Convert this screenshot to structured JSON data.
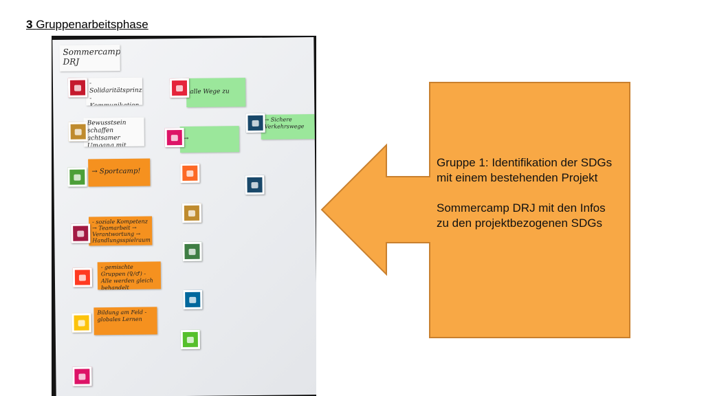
{
  "heading": {
    "number": "3",
    "title": "Gruppenarbeitsphase"
  },
  "callout": {
    "line1": "Gruppe 1: Identifikation der SDGs mit einem bestehenden Projekt",
    "line2": "Sommercamp DRJ mit den Infos zu den projektbezogenen SDGs",
    "fill_color": "#F8A845",
    "border_color": "#C9802E"
  },
  "poster_notes": [
    "Sommercamp DRJ",
    "- Solidaritätsprinzip - Kommunikation",
    "Bewusstsein schaffen achtsamer Umgang mit Lebensmitteln",
    "→ Sportcamp!",
    "- soziale Kompetenz → Teamarbeit → Verantwortung → Handlungsspielraum",
    "- gemischte Gruppen (♀/♂) - Alle werden gleich behandelt",
    "Bildung am Feld - globales Lernen",
    "alle Wege zu Fuß",
    "→ Müllvermeidung",
    "→ Sichere Verkehrswege"
  ],
  "sdg_colors": [
    "#C5192D",
    "#A21942",
    "#4C9F38",
    "#E5243B",
    "#FF3A21",
    "#FCC30B",
    "#56C02B",
    "#FD6925",
    "#19486A",
    "#BF8B2E",
    "#3F7E44",
    "#0A97D9",
    "#DD1367",
    "#00689D",
    "#26BDE2"
  ]
}
